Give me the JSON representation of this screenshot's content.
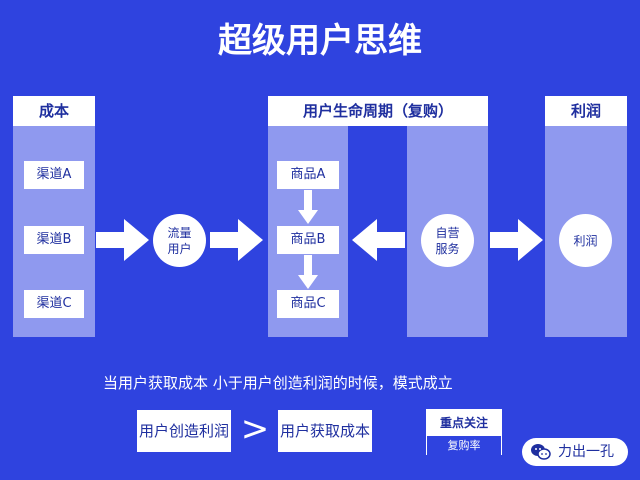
{
  "title": "超级用户思维",
  "left_column": {
    "header": "成本",
    "items": [
      "渠道A",
      "渠道B",
      "渠道C"
    ]
  },
  "middle_column": {
    "header": "用户生命周期（复购）",
    "items": [
      "商品A",
      "商品B",
      "商品C"
    ]
  },
  "right_column": {
    "header": "利润"
  },
  "circles": {
    "traffic_line1": "流量",
    "traffic_line2": "用户",
    "self_op_line1": "自营",
    "self_op_line2": "服务",
    "profit": "利润"
  },
  "rule": "当用户获取成本 小于用户创造利润的时候，模式成立",
  "comparison": {
    "left": "用户创造利润",
    "symbol": ">",
    "right": "用户获取成本"
  },
  "focus": {
    "title": "重点关注",
    "metric": "复购率"
  },
  "watermark": {
    "text": "力出一孔",
    "icon_name": "wechat-icon"
  },
  "colors": {
    "background": "#2f43df",
    "column_fill": "#8f99ef",
    "white": "#ffffff",
    "text_dark": "#1f2f9f"
  }
}
